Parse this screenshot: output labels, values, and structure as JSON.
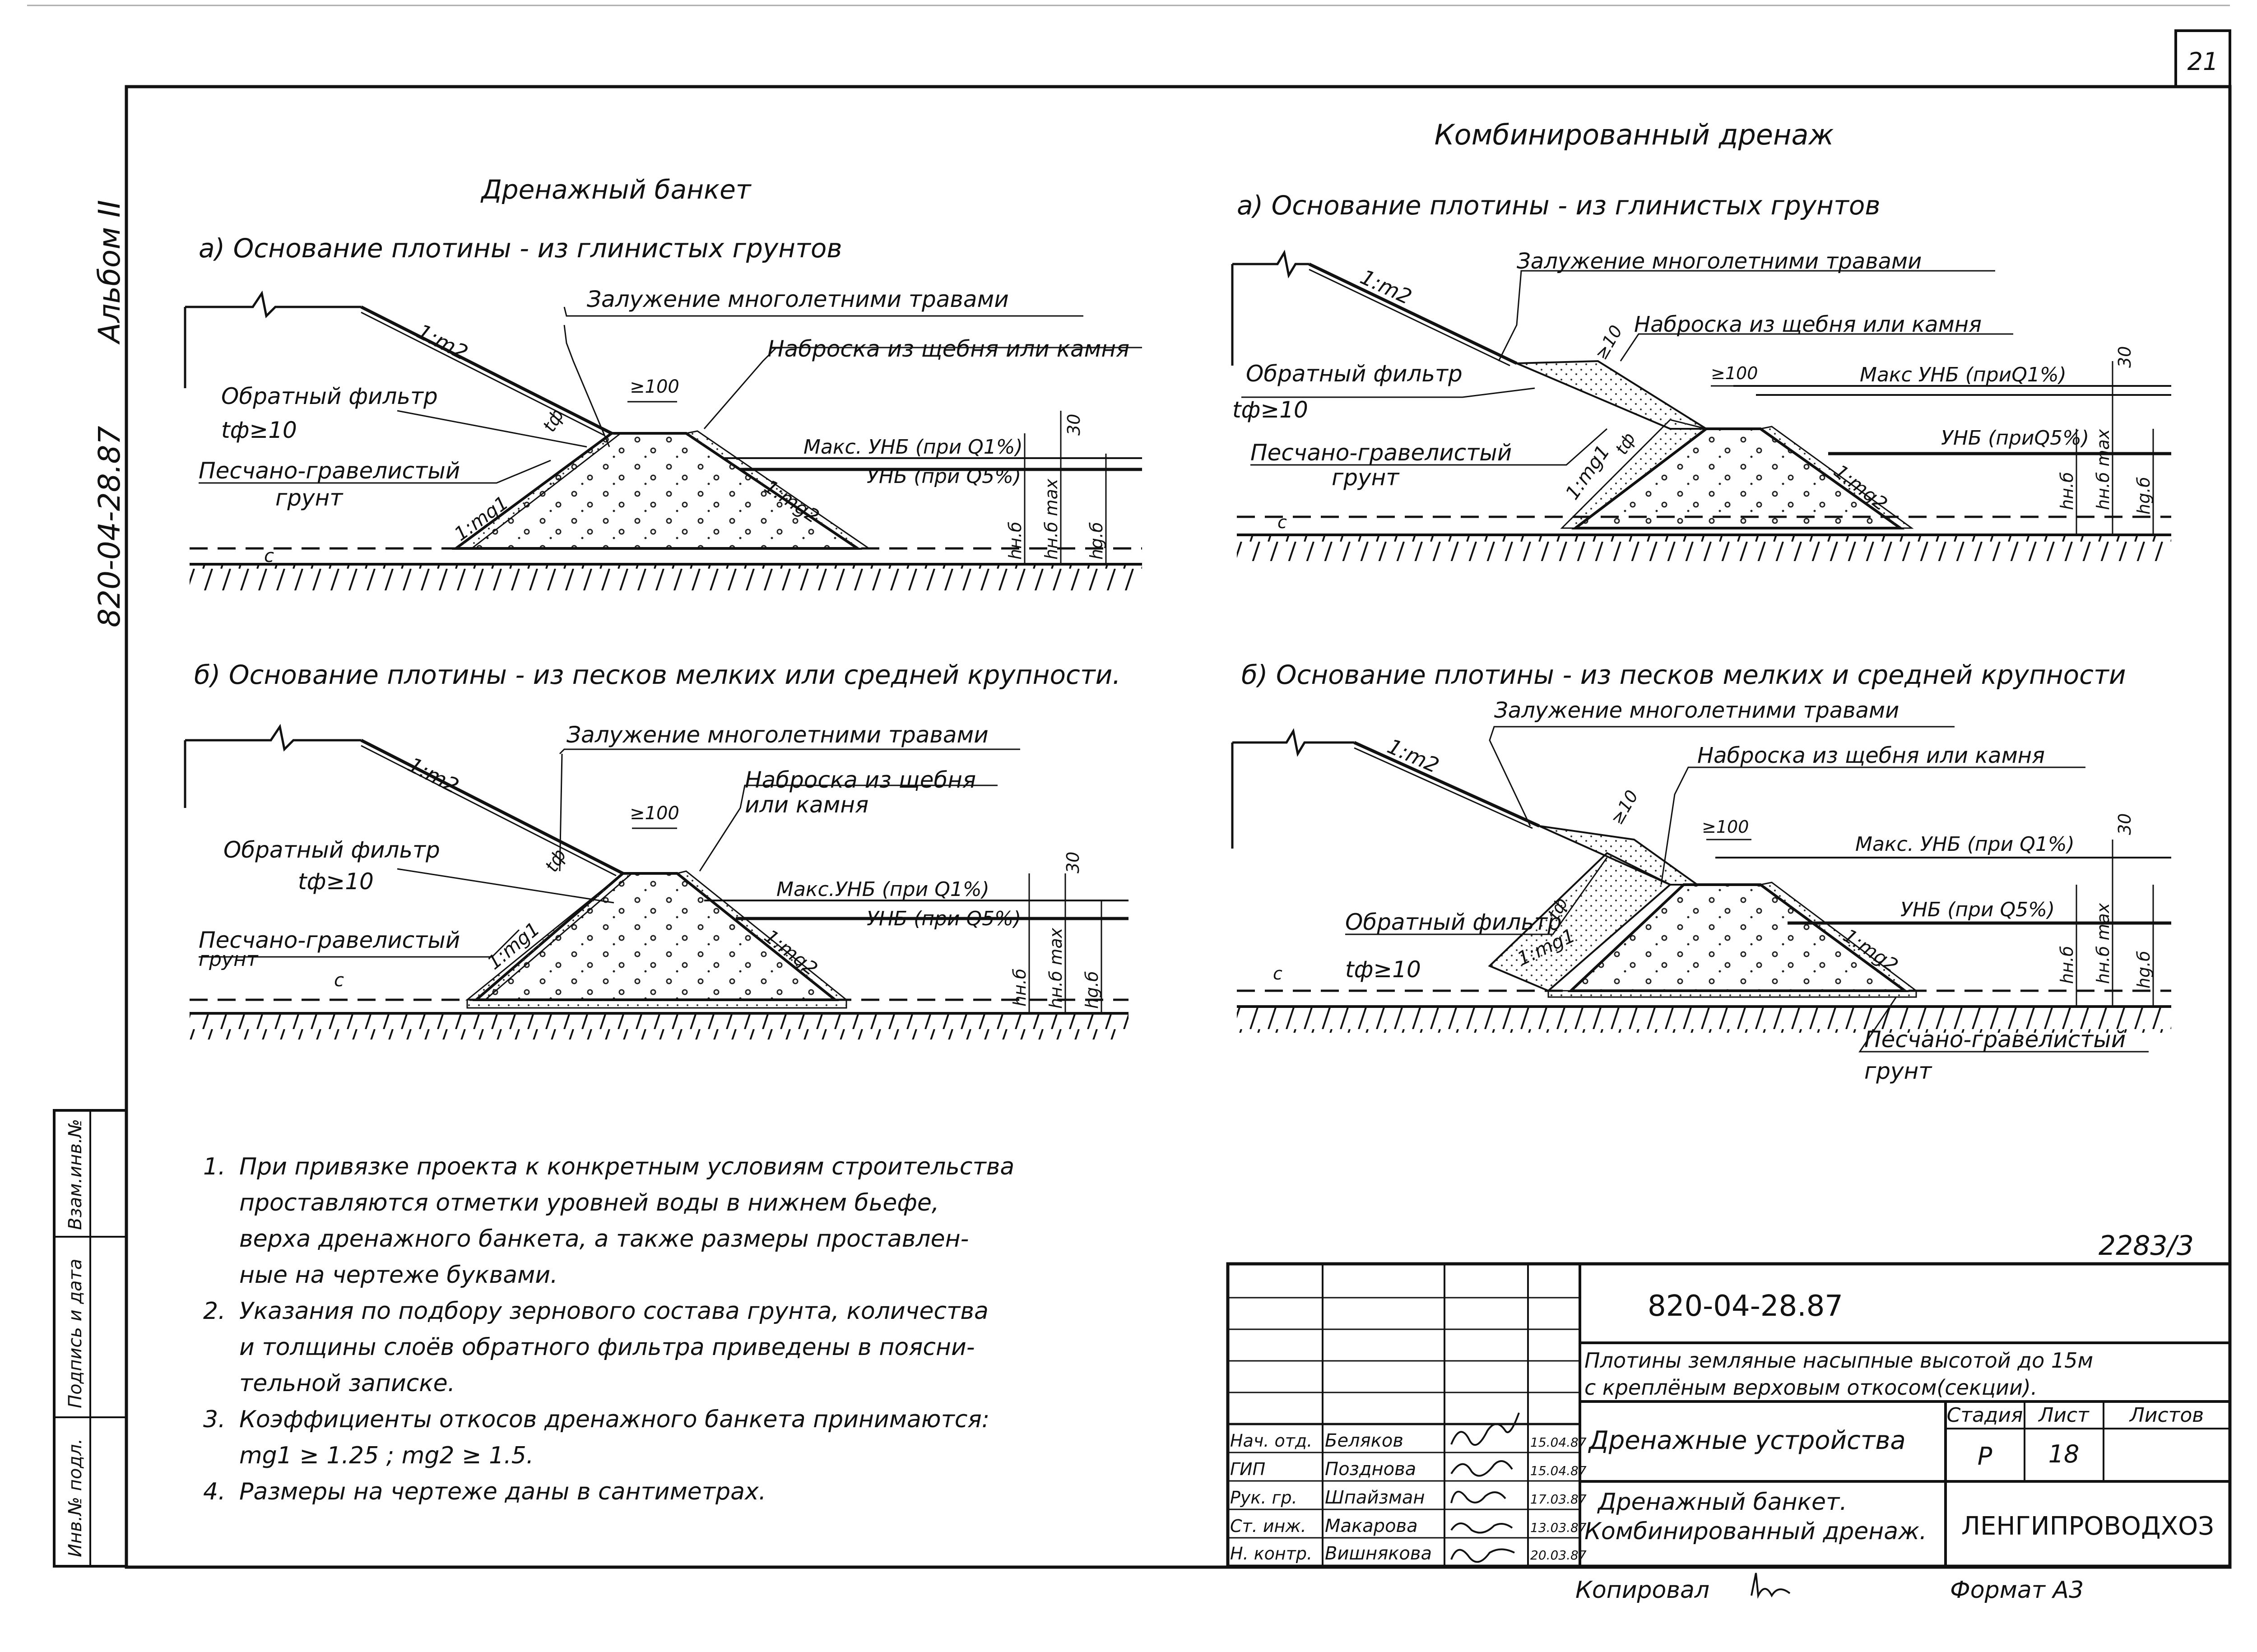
{
  "sheet": {
    "number": "21",
    "album": "Альбом II",
    "code_side": "820-04-28.87",
    "inventory": "2283/3",
    "copied_by_label": "Копировал",
    "format_label": "Формат А3"
  },
  "left_block": {
    "title": "Дренажный банкет",
    "section_a": {
      "heading": "а) Основание плотины - из глинистых грунтов",
      "labels": {
        "turf": "Залужение многолетними травами",
        "riprap": "Наброска из щебня или камня",
        "filter": "Обратный фильтр",
        "filter_thick": "tф≥10",
        "sand1": "Песчано-гравелистый",
        "sand2": "грунт",
        "max_level": "Макс. УНБ (при Q1%)",
        "min_level": "УНБ (при Q5%)",
        "dim100": "≥100",
        "dim30": "30",
        "slope_up": "1:m2",
        "slope_d1": "1:mg1",
        "slope_d2": "1:mg2",
        "tf": "tф",
        "c": "c",
        "hnb": "hн.б",
        "hnbmax": "hн.б max",
        "hdb": "hg.б"
      }
    },
    "section_b": {
      "heading": "б) Основание плотины - из песков мелких или средней крупности.",
      "labels": {
        "turf": "Залужение многолетними травами",
        "riprap1": "Наброска из щебня",
        "riprap2": "или камня",
        "filter": "Обратный фильтр",
        "filter_thick": "tф≥10",
        "sand1": "Песчано-гравелистый",
        "sand2": "грунт",
        "max_level": "Макс.УНБ (при Q1%)",
        "min_level": "УНБ (при Q5%)",
        "dim100": "≥100",
        "dim30": "30",
        "slope_up": "1:m2",
        "slope_d1": "1:mg1",
        "slope_d2": "1:mg2",
        "tf": "tф",
        "c": "c",
        "hnb": "hн.б",
        "hnbmax": "hн.б max",
        "hdb": "hg.б"
      }
    }
  },
  "right_block": {
    "title": "Комбинированный дренаж",
    "section_a": {
      "heading": "а) Основание плотины - из глинистых грунтов",
      "labels": {
        "turf": "Залужение многолетними травами",
        "riprap": "Наброска из щебня или камня",
        "filter": "Обратный фильтр",
        "filter_thick": "tф≥10",
        "sand1": "Песчано-гравелистый",
        "sand2": "грунт",
        "max_level": "Макс УНБ (приQ1%)",
        "min_level": "УНБ (приQ5%)",
        "dim100": "≥100",
        "dim10": "≥10",
        "dim30": "30",
        "slope_up": "1:m2",
        "slope_d1": "1:mg1",
        "slope_d2": "1:mg2",
        "tf": "tф",
        "c": "c",
        "hnb": "hн.б",
        "hnbmax": "hн.б max",
        "hdb": "hg.б"
      }
    },
    "section_b": {
      "heading": "б) Основание плотины - из песков мелких и средней крупности",
      "labels": {
        "turf": "Залужение многолетними травами",
        "riprap": "Наброска из щебня или камня",
        "filter": "Обратный фильтр",
        "filter_thick": "tф≥10",
        "sand1": "Песчано-гравелистый",
        "sand2": "грунт",
        "max_level": "Макс. УНБ (при Q1%)",
        "min_level": "УНБ (при Q5%)",
        "dim100": "≥100",
        "dim10": "≥10",
        "dim30": "30",
        "slope_up": "1:m2",
        "slope_d1": "1:mg1",
        "slope_d2": "1:mg2",
        "tf": "tф",
        "c": "c",
        "hnb": "hн.б",
        "hnbmax": "hн.б max",
        "hdb": "hg.б"
      }
    }
  },
  "notes": [
    {
      "num": "1.",
      "lines": [
        "При привязке проекта к конкретным условиям строительства",
        "проставляются отметки уровней воды в нижнем бьефе,",
        "верха дренажного банкета, а также размеры проставлен-",
        "ные на чертеже буквами."
      ]
    },
    {
      "num": "2.",
      "lines": [
        "Указания по подбору зернового состава грунта, количества",
        "и толщины слоёв обратного фильтра приведены в поясни-",
        "тельной записке."
      ]
    },
    {
      "num": "3.",
      "lines": [
        "Коэффициенты откосов дренажного банкета принимаются:",
        "mg1 ≥ 1.25 ;   mg2 ≥ 1.5."
      ]
    },
    {
      "num": "4.",
      "lines": [
        "Размеры на чертеже даны в сантиметрах."
      ]
    }
  ],
  "side_stamp": [
    "Инв.№ подл.",
    "Подпись и дата",
    "Взам.инв.№"
  ],
  "title_block": {
    "code": "820-04-28.87",
    "title1": "Плотины земляные насыпные высотой до 15м",
    "title2": "с креплёным верховым откосом(секции).",
    "section_name": "Дренажные устройства",
    "sheet_title1": "Дренажный банкет.",
    "sheet_title2": "Комбинированный дренаж.",
    "col_stage": "Стадия",
    "col_sheet": "Лист",
    "col_sheets": "Листов",
    "stage": "Р",
    "sheet_no": "18",
    "org": "ЛЕНГИПРОВОДХОЗ",
    "staff": [
      {
        "role": "Нач. отд.",
        "name": "Беляков",
        "date": "15.04.87"
      },
      {
        "role": "ГИП",
        "name": "Позднова",
        "date": "15.04.87"
      },
      {
        "role": "Рук. гр.",
        "name": "Шпайзман",
        "date": "17.03.87"
      },
      {
        "role": "Ст. инж.",
        "name": "Макарова",
        "date": "13.03.87"
      },
      {
        "role": "Н. контр.",
        "name": "Вишнякова",
        "date": "20.03.87"
      }
    ]
  }
}
